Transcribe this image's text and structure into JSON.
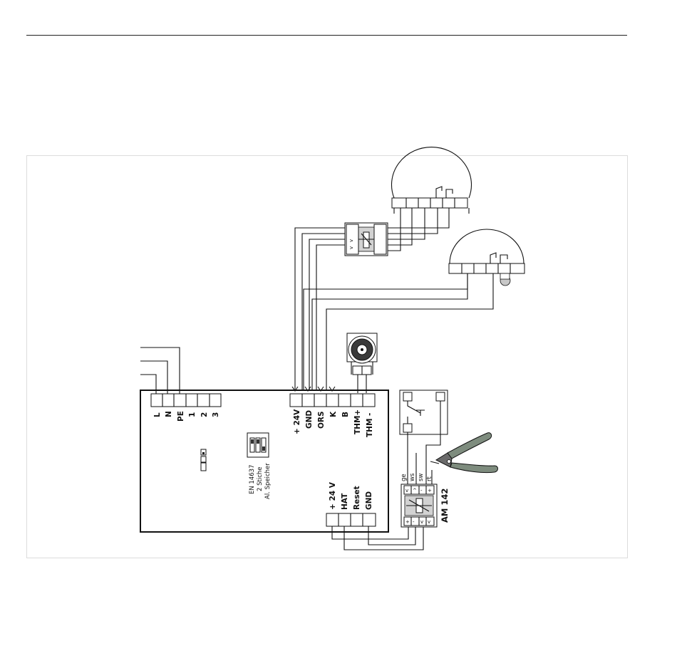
{
  "colors": {
    "frame_border": "#dcdcdc",
    "line": "#111111",
    "module_fill": "#d2d2d2",
    "tool_handle": "#7e8c7e"
  },
  "controller": {
    "power_terminals": [
      "L",
      "N",
      "PE",
      "1",
      "2",
      "3"
    ],
    "signal_terminals": [
      "+ 24V",
      "GND",
      "ORS",
      "K",
      "B",
      "THM+",
      "THM -"
    ],
    "bus_terminals": [
      "+ 24 V",
      "HAT",
      "Reset",
      "GND"
    ],
    "dip_label_lines": [
      "EN 14637",
      "2 Stiche",
      "Al. Speicher"
    ]
  },
  "am142": {
    "name": "AM 142",
    "wire_colors": [
      "ge",
      "ws",
      "sw",
      "rt"
    ],
    "top_marks": [
      "v",
      "^",
      "-",
      "+"
    ],
    "bottom_marks": [
      "+",
      "-",
      "v",
      "v"
    ]
  },
  "relay_module": {
    "marks": [
      "v",
      "v"
    ]
  },
  "icons": {
    "cutter": "wire-cutter-icon",
    "motor": "motor-icon",
    "sensor": "sensor-icon",
    "switch": "switch-icon"
  }
}
